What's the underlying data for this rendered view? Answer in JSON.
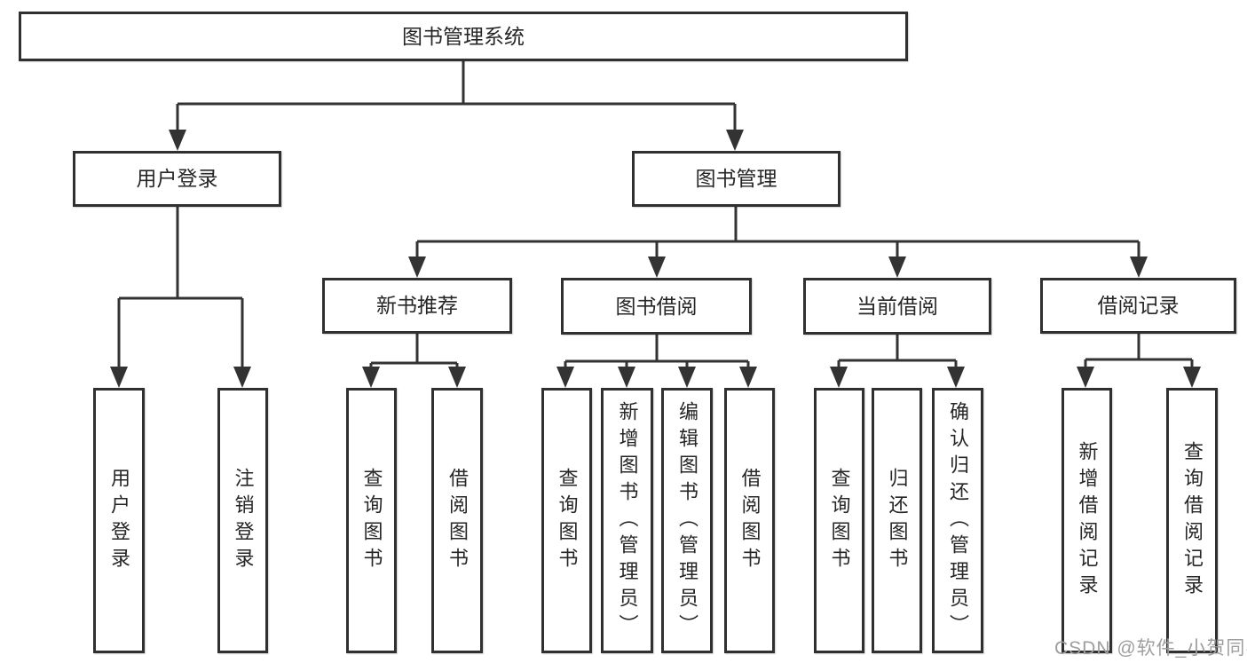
{
  "diagram": {
    "root": {
      "label": "图书管理系统"
    },
    "level2": {
      "user_login": {
        "label": "用户登录"
      },
      "book_management": {
        "label": "图书管理"
      }
    },
    "level3": {
      "new_book_recommend": {
        "label": "新书推荐"
      },
      "book_borrowing": {
        "label": "图书借阅"
      },
      "current_borrowing": {
        "label": "当前借阅"
      },
      "borrowing_records": {
        "label": "借阅记录"
      }
    },
    "leaves": {
      "user_login": {
        "label": "用户登录"
      },
      "logout": {
        "label": "注销登录"
      },
      "recommend_query_books": {
        "label": "查询图书"
      },
      "recommend_borrow_books": {
        "label": "借阅图书"
      },
      "borrowing_query_books": {
        "label": "查询图书"
      },
      "borrowing_add_books": {
        "label": "新增图书（管理员）"
      },
      "borrowing_edit_books": {
        "label": "编辑图书（管理员）"
      },
      "borrowing_borrow_books": {
        "label": "借阅图书"
      },
      "current_query_books": {
        "label": "查询图书"
      },
      "current_return_books": {
        "label": "归还图书"
      },
      "current_confirm_return": {
        "label": "确认归还（管理员）"
      },
      "records_add_record": {
        "label": "新增借阅记录"
      },
      "records_query_record": {
        "label": "查询借阅记录"
      }
    },
    "watermark": "CSDN @软件_小贺同学",
    "colors": {
      "line": "#333333",
      "box_border": "#303030",
      "text": "#262626",
      "watermark": "#9e9e9e",
      "background": "#ffffff"
    }
  }
}
